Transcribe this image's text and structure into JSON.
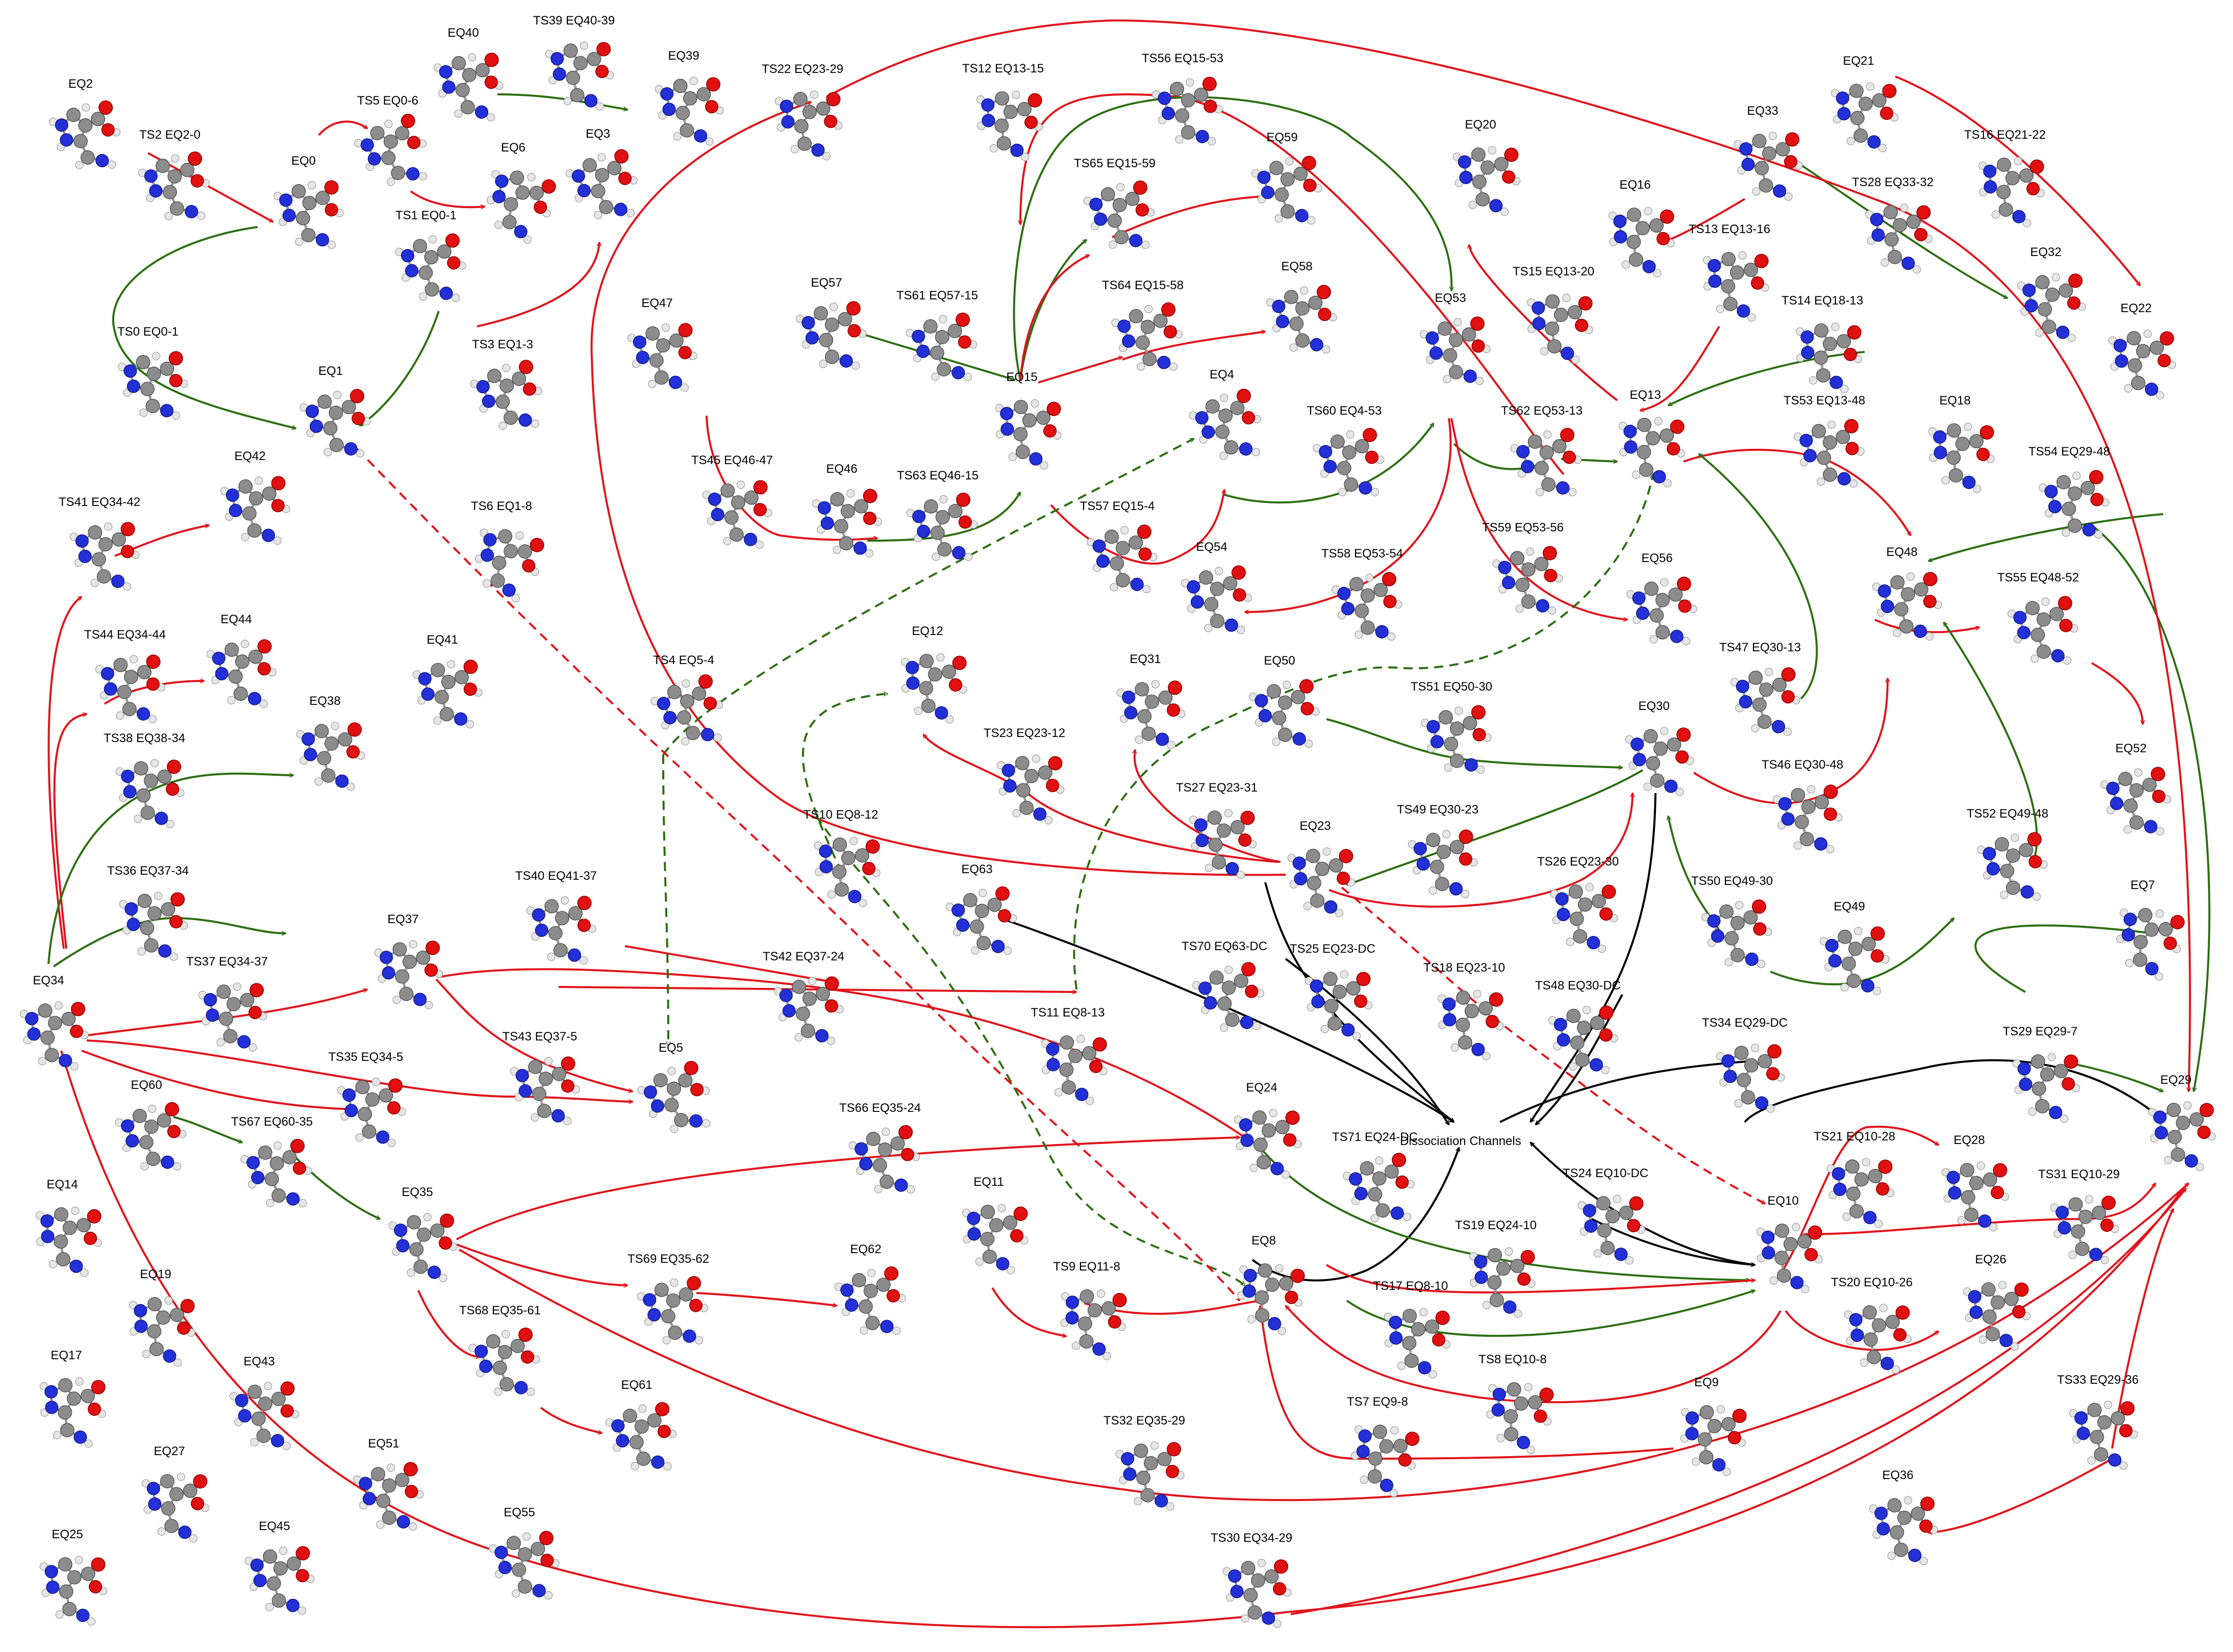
{
  "colors": {
    "red": "#e0141c",
    "green": "#2d6e12",
    "black": "#000000",
    "atom_c": "#8c8c8c",
    "atom_n": "#2330d8",
    "atom_o": "#e01010",
    "atom_h": "#e6e6e6"
  },
  "diagram": {
    "center_label": "Dissociation Channels",
    "nodes": [
      {
        "id": "EQ2",
        "label": "EQ2"
      },
      {
        "id": "TS2",
        "label": "TS2 EQ2-0"
      },
      {
        "id": "EQ0",
        "label": "EQ0"
      },
      {
        "id": "TS5",
        "label": "TS5 EQ0-6"
      },
      {
        "id": "EQ40",
        "label": "EQ40"
      },
      {
        "id": "TS39",
        "label": "TS39 EQ40-39"
      },
      {
        "id": "EQ39",
        "label": "EQ39"
      },
      {
        "id": "EQ6",
        "label": "EQ6"
      },
      {
        "id": "EQ3",
        "label": "EQ3"
      },
      {
        "id": "TS1",
        "label": "TS1 EQ0-1"
      },
      {
        "id": "TS0",
        "label": "TS0 EQ0-1"
      },
      {
        "id": "EQ1",
        "label": "EQ1"
      },
      {
        "id": "TS3",
        "label": "TS3 EQ1-3"
      },
      {
        "id": "TS22",
        "label": "TS22 EQ23-29"
      },
      {
        "id": "TS12",
        "label": "TS12 EQ13-15"
      },
      {
        "id": "TS56",
        "label": "TS56 EQ15-53"
      },
      {
        "id": "EQ21",
        "label": "EQ21"
      },
      {
        "id": "EQ20",
        "label": "EQ20"
      },
      {
        "id": "EQ33",
        "label": "EQ33"
      },
      {
        "id": "TS16",
        "label": "TS16 EQ21-22"
      },
      {
        "id": "TS65",
        "label": "TS65 EQ15-59"
      },
      {
        "id": "EQ59",
        "label": "EQ59"
      },
      {
        "id": "EQ16",
        "label": "EQ16"
      },
      {
        "id": "TS13",
        "label": "TS13 EQ13-16"
      },
      {
        "id": "TS28",
        "label": "TS28 EQ33-32"
      },
      {
        "id": "EQ57",
        "label": "EQ57"
      },
      {
        "id": "TS61",
        "label": "TS61 EQ57-15"
      },
      {
        "id": "TS64",
        "label": "TS64 EQ15-58"
      },
      {
        "id": "EQ58",
        "label": "EQ58"
      },
      {
        "id": "TS15",
        "label": "TS15 EQ13-20"
      },
      {
        "id": "EQ32",
        "label": "EQ32"
      },
      {
        "id": "EQ47",
        "label": "EQ47"
      },
      {
        "id": "EQ53",
        "label": "EQ53"
      },
      {
        "id": "TS14",
        "label": "TS14 EQ18-13"
      },
      {
        "id": "EQ22",
        "label": "EQ22"
      },
      {
        "id": "EQ15",
        "label": "EQ15"
      },
      {
        "id": "EQ4",
        "label": "EQ4"
      },
      {
        "id": "TS60",
        "label": "TS60 EQ4-53"
      },
      {
        "id": "TS62",
        "label": "TS62 EQ53-13"
      },
      {
        "id": "EQ13",
        "label": "EQ13"
      },
      {
        "id": "TS53",
        "label": "TS53 EQ13-48"
      },
      {
        "id": "EQ18",
        "label": "EQ18"
      },
      {
        "id": "EQ42",
        "label": "EQ42"
      },
      {
        "id": "TS45",
        "label": "TS45 EQ46-47"
      },
      {
        "id": "EQ46",
        "label": "EQ46"
      },
      {
        "id": "TS63",
        "label": "TS63 EQ46-15"
      },
      {
        "id": "TS41",
        "label": "TS41 EQ34-42"
      },
      {
        "id": "TS6",
        "label": "TS6 EQ1-8"
      },
      {
        "id": "TS57",
        "label": "TS57 EQ15-4"
      },
      {
        "id": "TS54",
        "label": "TS54 EQ29-48"
      },
      {
        "id": "EQ54",
        "label": "EQ54"
      },
      {
        "id": "TS58",
        "label": "TS58 EQ53-54"
      },
      {
        "id": "TS59",
        "label": "TS59 EQ53-56"
      },
      {
        "id": "EQ48",
        "label": "EQ48"
      },
      {
        "id": "EQ56",
        "label": "EQ56"
      },
      {
        "id": "TS55",
        "label": "TS55 EQ48-52"
      },
      {
        "id": "TS44",
        "label": "TS44 EQ34-44"
      },
      {
        "id": "EQ44",
        "label": "EQ44"
      },
      {
        "id": "EQ12",
        "label": "EQ12"
      },
      {
        "id": "EQ41",
        "label": "EQ41"
      },
      {
        "id": "TS4",
        "label": "TS4 EQ5-4"
      },
      {
        "id": "EQ31",
        "label": "EQ31"
      },
      {
        "id": "EQ50",
        "label": "EQ50"
      },
      {
        "id": "TS47",
        "label": "TS47 EQ30-13"
      },
      {
        "id": "EQ38",
        "label": "EQ38"
      },
      {
        "id": "TS51",
        "label": "TS51 EQ50-30"
      },
      {
        "id": "EQ30",
        "label": "EQ30"
      },
      {
        "id": "TS38",
        "label": "TS38 EQ38-34"
      },
      {
        "id": "TS23",
        "label": "TS23 EQ23-12"
      },
      {
        "id": "TS46",
        "label": "TS46 EQ30-48"
      },
      {
        "id": "EQ52",
        "label": "EQ52"
      },
      {
        "id": "TS10",
        "label": "TS10 EQ8-12"
      },
      {
        "id": "TS27",
        "label": "TS27 EQ23-31"
      },
      {
        "id": "EQ23",
        "label": "EQ23"
      },
      {
        "id": "TS49",
        "label": "TS49 EQ30-23"
      },
      {
        "id": "TS52",
        "label": "TS52 EQ49-48"
      },
      {
        "id": "TS36",
        "label": "TS36 EQ37-34"
      },
      {
        "id": "TS40",
        "label": "TS40 EQ41-37"
      },
      {
        "id": "EQ63",
        "label": "EQ63"
      },
      {
        "id": "TS26",
        "label": "TS26 EQ23-30"
      },
      {
        "id": "TS50",
        "label": "TS50 EQ49-30"
      },
      {
        "id": "EQ7",
        "label": "EQ7"
      },
      {
        "id": "EQ49",
        "label": "EQ49"
      },
      {
        "id": "EQ37",
        "label": "EQ37"
      },
      {
        "id": "EQ34",
        "label": "EQ34"
      },
      {
        "id": "TS37",
        "label": "TS37 EQ34-37"
      },
      {
        "id": "TS42",
        "label": "TS42 EQ37-24"
      },
      {
        "id": "TS70",
        "label": "TS70 EQ63-DC"
      },
      {
        "id": "TS25",
        "label": "TS25 EQ23-DC"
      },
      {
        "id": "TS18",
        "label": "TS18 EQ23-10"
      },
      {
        "id": "TS48",
        "label": "TS48 EQ30-DC"
      },
      {
        "id": "TS29",
        "label": "TS29 EQ29-7"
      },
      {
        "id": "TS43",
        "label": "TS43 EQ37-5"
      },
      {
        "id": "TS11",
        "label": "TS11 EQ8-13"
      },
      {
        "id": "TS34",
        "label": "TS34 EQ29-DC"
      },
      {
        "id": "EQ5",
        "label": "EQ5"
      },
      {
        "id": "TS35",
        "label": "TS35 EQ34-5"
      },
      {
        "id": "EQ60",
        "label": "EQ60"
      },
      {
        "id": "EQ24",
        "label": "EQ24"
      },
      {
        "id": "EQ29",
        "label": "EQ29"
      },
      {
        "id": "TS67",
        "label": "TS67 EQ60-35"
      },
      {
        "id": "TS66",
        "label": "TS66 EQ35-24"
      },
      {
        "id": "TS71",
        "label": "TS71 EQ24-DC"
      },
      {
        "id": "TS21",
        "label": "TS21 EQ10-28"
      },
      {
        "id": "EQ28",
        "label": "EQ28"
      },
      {
        "id": "EQ14",
        "label": "EQ14"
      },
      {
        "id": "EQ35",
        "label": "EQ35"
      },
      {
        "id": "EQ11",
        "label": "EQ11"
      },
      {
        "id": "TS24",
        "label": "TS24 EQ10-DC"
      },
      {
        "id": "TS31",
        "label": "TS31 EQ10-29"
      },
      {
        "id": "EQ10",
        "label": "EQ10"
      },
      {
        "id": "TS19",
        "label": "TS19 EQ24-10"
      },
      {
        "id": "TS69",
        "label": "TS69 EQ35-62"
      },
      {
        "id": "EQ62",
        "label": "EQ62"
      },
      {
        "id": "EQ19",
        "label": "EQ19"
      },
      {
        "id": "EQ8",
        "label": "EQ8"
      },
      {
        "id": "TS9",
        "label": "TS9 EQ11-8"
      },
      {
        "id": "TS17",
        "label": "TS17 EQ8-10"
      },
      {
        "id": "TS20",
        "label": "TS20 EQ10-26"
      },
      {
        "id": "EQ26",
        "label": "EQ26"
      },
      {
        "id": "TS68",
        "label": "TS68 EQ35-61"
      },
      {
        "id": "EQ17",
        "label": "EQ17"
      },
      {
        "id": "TS8",
        "label": "TS8 EQ10-8"
      },
      {
        "id": "EQ9",
        "label": "EQ9"
      },
      {
        "id": "EQ43",
        "label": "EQ43"
      },
      {
        "id": "EQ61",
        "label": "EQ61"
      },
      {
        "id": "TS7",
        "label": "TS7 EQ9-8"
      },
      {
        "id": "TS33",
        "label": "TS33 EQ29-36"
      },
      {
        "id": "EQ27",
        "label": "EQ27"
      },
      {
        "id": "EQ51",
        "label": "EQ51"
      },
      {
        "id": "TS32",
        "label": "TS32 EQ35-29"
      },
      {
        "id": "EQ36",
        "label": "EQ36"
      },
      {
        "id": "EQ55",
        "label": "EQ55"
      },
      {
        "id": "EQ25",
        "label": "EQ25"
      },
      {
        "id": "EQ45",
        "label": "EQ45"
      },
      {
        "id": "TS30",
        "label": "TS30 EQ34-29"
      }
    ]
  }
}
